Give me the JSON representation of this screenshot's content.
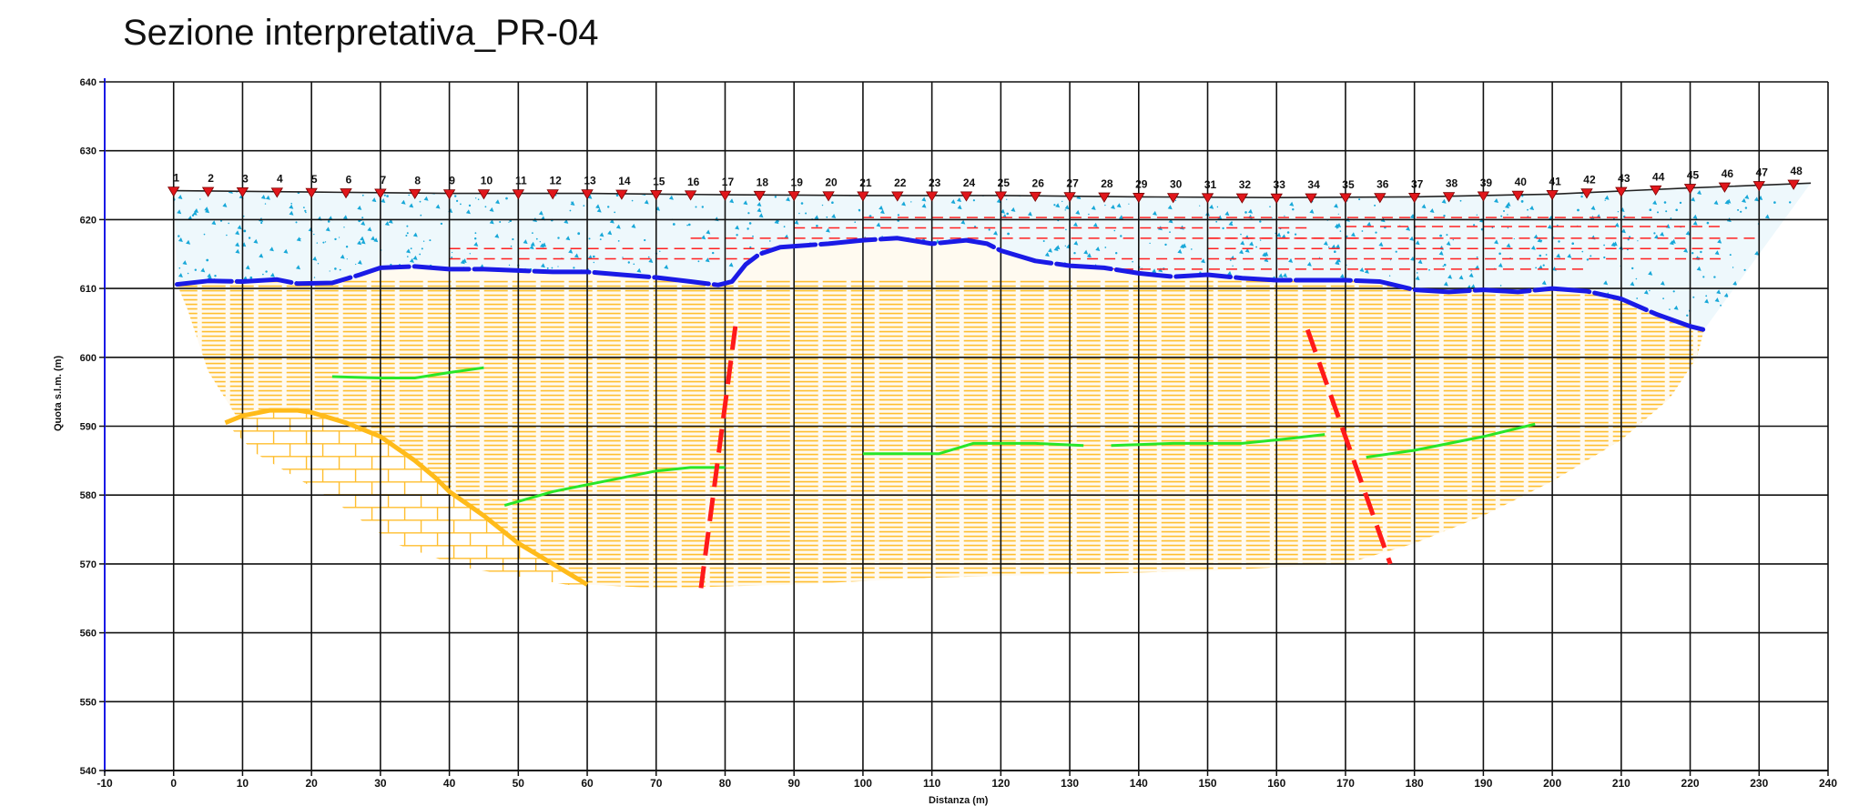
{
  "title": "Sezione interpretativa_PR-04",
  "chart_data": {
    "type": "cross-section",
    "ylabel": "Quota s.l.m. (m)",
    "xlabel": "Distanza (m)",
    "xlim": [
      -10,
      240
    ],
    "ylim": [
      540,
      640
    ],
    "x_ticks": [
      -10,
      0,
      10,
      20,
      30,
      40,
      50,
      60,
      70,
      80,
      90,
      100,
      110,
      120,
      130,
      140,
      150,
      160,
      170,
      180,
      190,
      200,
      210,
      220,
      230,
      240
    ],
    "x_tick_labels": [
      "-10",
      "0",
      "10",
      "20",
      "30",
      "40",
      "50",
      "60",
      "70",
      "80",
      "90",
      "100",
      "110",
      "120",
      "130",
      "140",
      "150",
      "160",
      "170",
      "180",
      "190",
      "200",
      "210",
      "220",
      "230",
      "240"
    ],
    "y_ticks": [
      540,
      550,
      560,
      570,
      580,
      590,
      600,
      610,
      620,
      630,
      640
    ],
    "y_tick_labels": [
      "540",
      "550",
      "560",
      "570",
      "580",
      "590",
      "600",
      "610",
      "620",
      "630",
      "640"
    ],
    "grid": true,
    "geophones": {
      "labels": [
        "1",
        "2",
        "3",
        "4",
        "5",
        "6",
        "7",
        "8",
        "9",
        "10",
        "11",
        "12",
        "13",
        "14",
        "15",
        "16",
        "17",
        "18",
        "19",
        "20",
        "21",
        "22",
        "23",
        "24",
        "25",
        "26",
        "27",
        "28",
        "29",
        "30",
        "31",
        "32",
        "33",
        "34",
        "35",
        "36",
        "37",
        "38",
        "39",
        "40",
        "41",
        "42",
        "43",
        "44",
        "45",
        "46",
        "47",
        "48"
      ],
      "x": [
        0,
        5,
        10,
        15,
        20,
        25,
        30,
        35,
        40,
        45,
        50,
        55,
        60,
        65,
        70,
        75,
        80,
        85,
        90,
        95,
        100,
        105,
        110,
        115,
        120,
        125,
        130,
        135,
        140,
        145,
        150,
        155,
        160,
        165,
        170,
        175,
        180,
        185,
        190,
        195,
        200,
        205,
        210,
        215,
        220,
        225,
        230,
        235
      ],
      "marker_color": "#e0161b"
    },
    "topography": {
      "x": [
        0,
        20,
        40,
        60,
        80,
        100,
        120,
        140,
        160,
        180,
        200,
        220,
        237.5
      ],
      "y": [
        624.2,
        624,
        623.8,
        623.8,
        623.6,
        623.5,
        623.5,
        623.3,
        623.2,
        623.3,
        623.7,
        624.6,
        625.3
      ]
    },
    "refractor_boundary": {
      "color": "#1a1ae6",
      "x": [
        0.5,
        5,
        10,
        15,
        18,
        23,
        27,
        30,
        35,
        40,
        45,
        50,
        55,
        60,
        65,
        70,
        75,
        79,
        81,
        83,
        85,
        88,
        95,
        100,
        105,
        110,
        115,
        118,
        120,
        125,
        130,
        135,
        140,
        145,
        150,
        155,
        160,
        165,
        170,
        175,
        180,
        185,
        190,
        195,
        200,
        205,
        210,
        215,
        220,
        222
      ],
      "y": [
        610.6,
        611.1,
        611.0,
        611.3,
        610.7,
        610.8,
        612.0,
        613.0,
        613.2,
        612.8,
        612.8,
        612.6,
        612.4,
        612.4,
        612.0,
        611.6,
        611.0,
        610.5,
        611.0,
        613.5,
        615.0,
        616.0,
        616.5,
        617.0,
        617.3,
        616.5,
        617.0,
        616.5,
        615.5,
        614.0,
        613.3,
        613.0,
        612.2,
        611.7,
        612.0,
        611.5,
        611.2,
        611.2,
        611.2,
        611.0,
        609.8,
        609.5,
        609.8,
        609.5,
        610.0,
        609.6,
        608.5,
        606.3,
        604.5,
        604.0
      ]
    },
    "faults": [
      {
        "color": "#ff1a1a",
        "x": [
          81.5,
          76.5
        ],
        "y": [
          604.5,
          566.5
        ]
      },
      {
        "color": "#ff1a1a",
        "x": [
          164.5,
          176.5
        ],
        "y": [
          604.0,
          570.0
        ]
      }
    ],
    "marker_horizons": [
      {
        "color": "#28e628",
        "x": [
          23,
          30,
          35,
          40,
          45
        ],
        "y": [
          597.2,
          597.0,
          597.0,
          597.8,
          598.5
        ]
      },
      {
        "color": "#28e628",
        "x": [
          48,
          55,
          60,
          65,
          70,
          75,
          80
        ],
        "y": [
          578.5,
          580.5,
          581.5,
          582.5,
          583.5,
          584.0,
          584.0
        ]
      },
      {
        "color": "#28e628",
        "x": [
          100,
          108,
          111,
          116,
          125,
          132
        ],
        "y": [
          586.0,
          586.0,
          586.0,
          587.5,
          587.5,
          587.2
        ]
      },
      {
        "color": "#28e628",
        "x": [
          136,
          145,
          155,
          160,
          167
        ],
        "y": [
          587.2,
          587.5,
          587.5,
          588.0,
          588.8
        ]
      },
      {
        "color": "#28e628",
        "x": [
          173,
          180,
          190,
          197.5
        ],
        "y": [
          585.5,
          586.5,
          588.5,
          590.3
        ]
      }
    ],
    "bedrock_contact": {
      "color": "#ffbb1a",
      "x": [
        7.5,
        10,
        14,
        18,
        20,
        25,
        30,
        35,
        38,
        40,
        45,
        50,
        55,
        60
      ],
      "y": [
        590.5,
        591.5,
        592.3,
        592.3,
        592.0,
        590.5,
        588.5,
        585.0,
        582.5,
        580.5,
        577.0,
        573.0,
        570.0,
        567.0
      ]
    },
    "unit_colors": {
      "cover": "#18a8d8",
      "cover_dashes": "#ff2020",
      "sediments": "#ffbe2e",
      "bedrock": "#ffbe2e"
    }
  }
}
